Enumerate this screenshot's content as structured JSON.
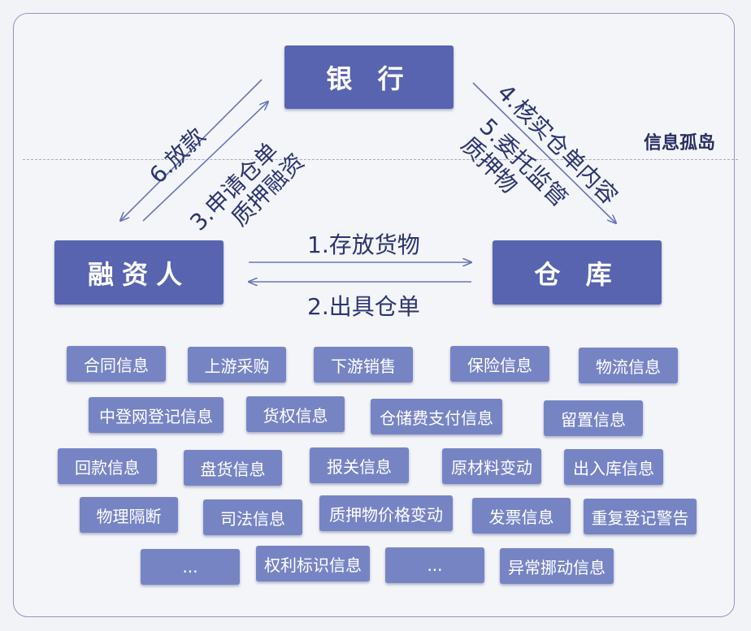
{
  "entities": {
    "bank": "银 行",
    "financier": "融资人",
    "warehouse": "仓 库"
  },
  "flows": {
    "f1": "1.存放货物",
    "f2": "2.出具仓单",
    "f3_line1": "3.申请仓单",
    "f3_line2": "质押融资",
    "f4": "4.核实仓单内容",
    "f5_line1": "5.委托监管",
    "f5_line2": "质押物",
    "f6": "6.放款"
  },
  "info_island": "信息孤岛",
  "tags": [
    "合同信息",
    "上游采购",
    "下游销售",
    "保险信息",
    "物流信息",
    "中登网登记信息",
    "货权信息",
    "仓储费支付信息",
    "留置信息",
    "回款信息",
    "盘货信息",
    "报关信息",
    "原材料变动",
    "出入库信息",
    "物理隔断",
    "司法信息",
    "质押物价格变动",
    "发票信息",
    "重复登记警告",
    "...",
    "权利标识信息",
    "...",
    "异常挪动信息"
  ],
  "colors": {
    "entity": "#5864b0",
    "tag": "#7784c4",
    "arrow": "#6a74b8"
  }
}
